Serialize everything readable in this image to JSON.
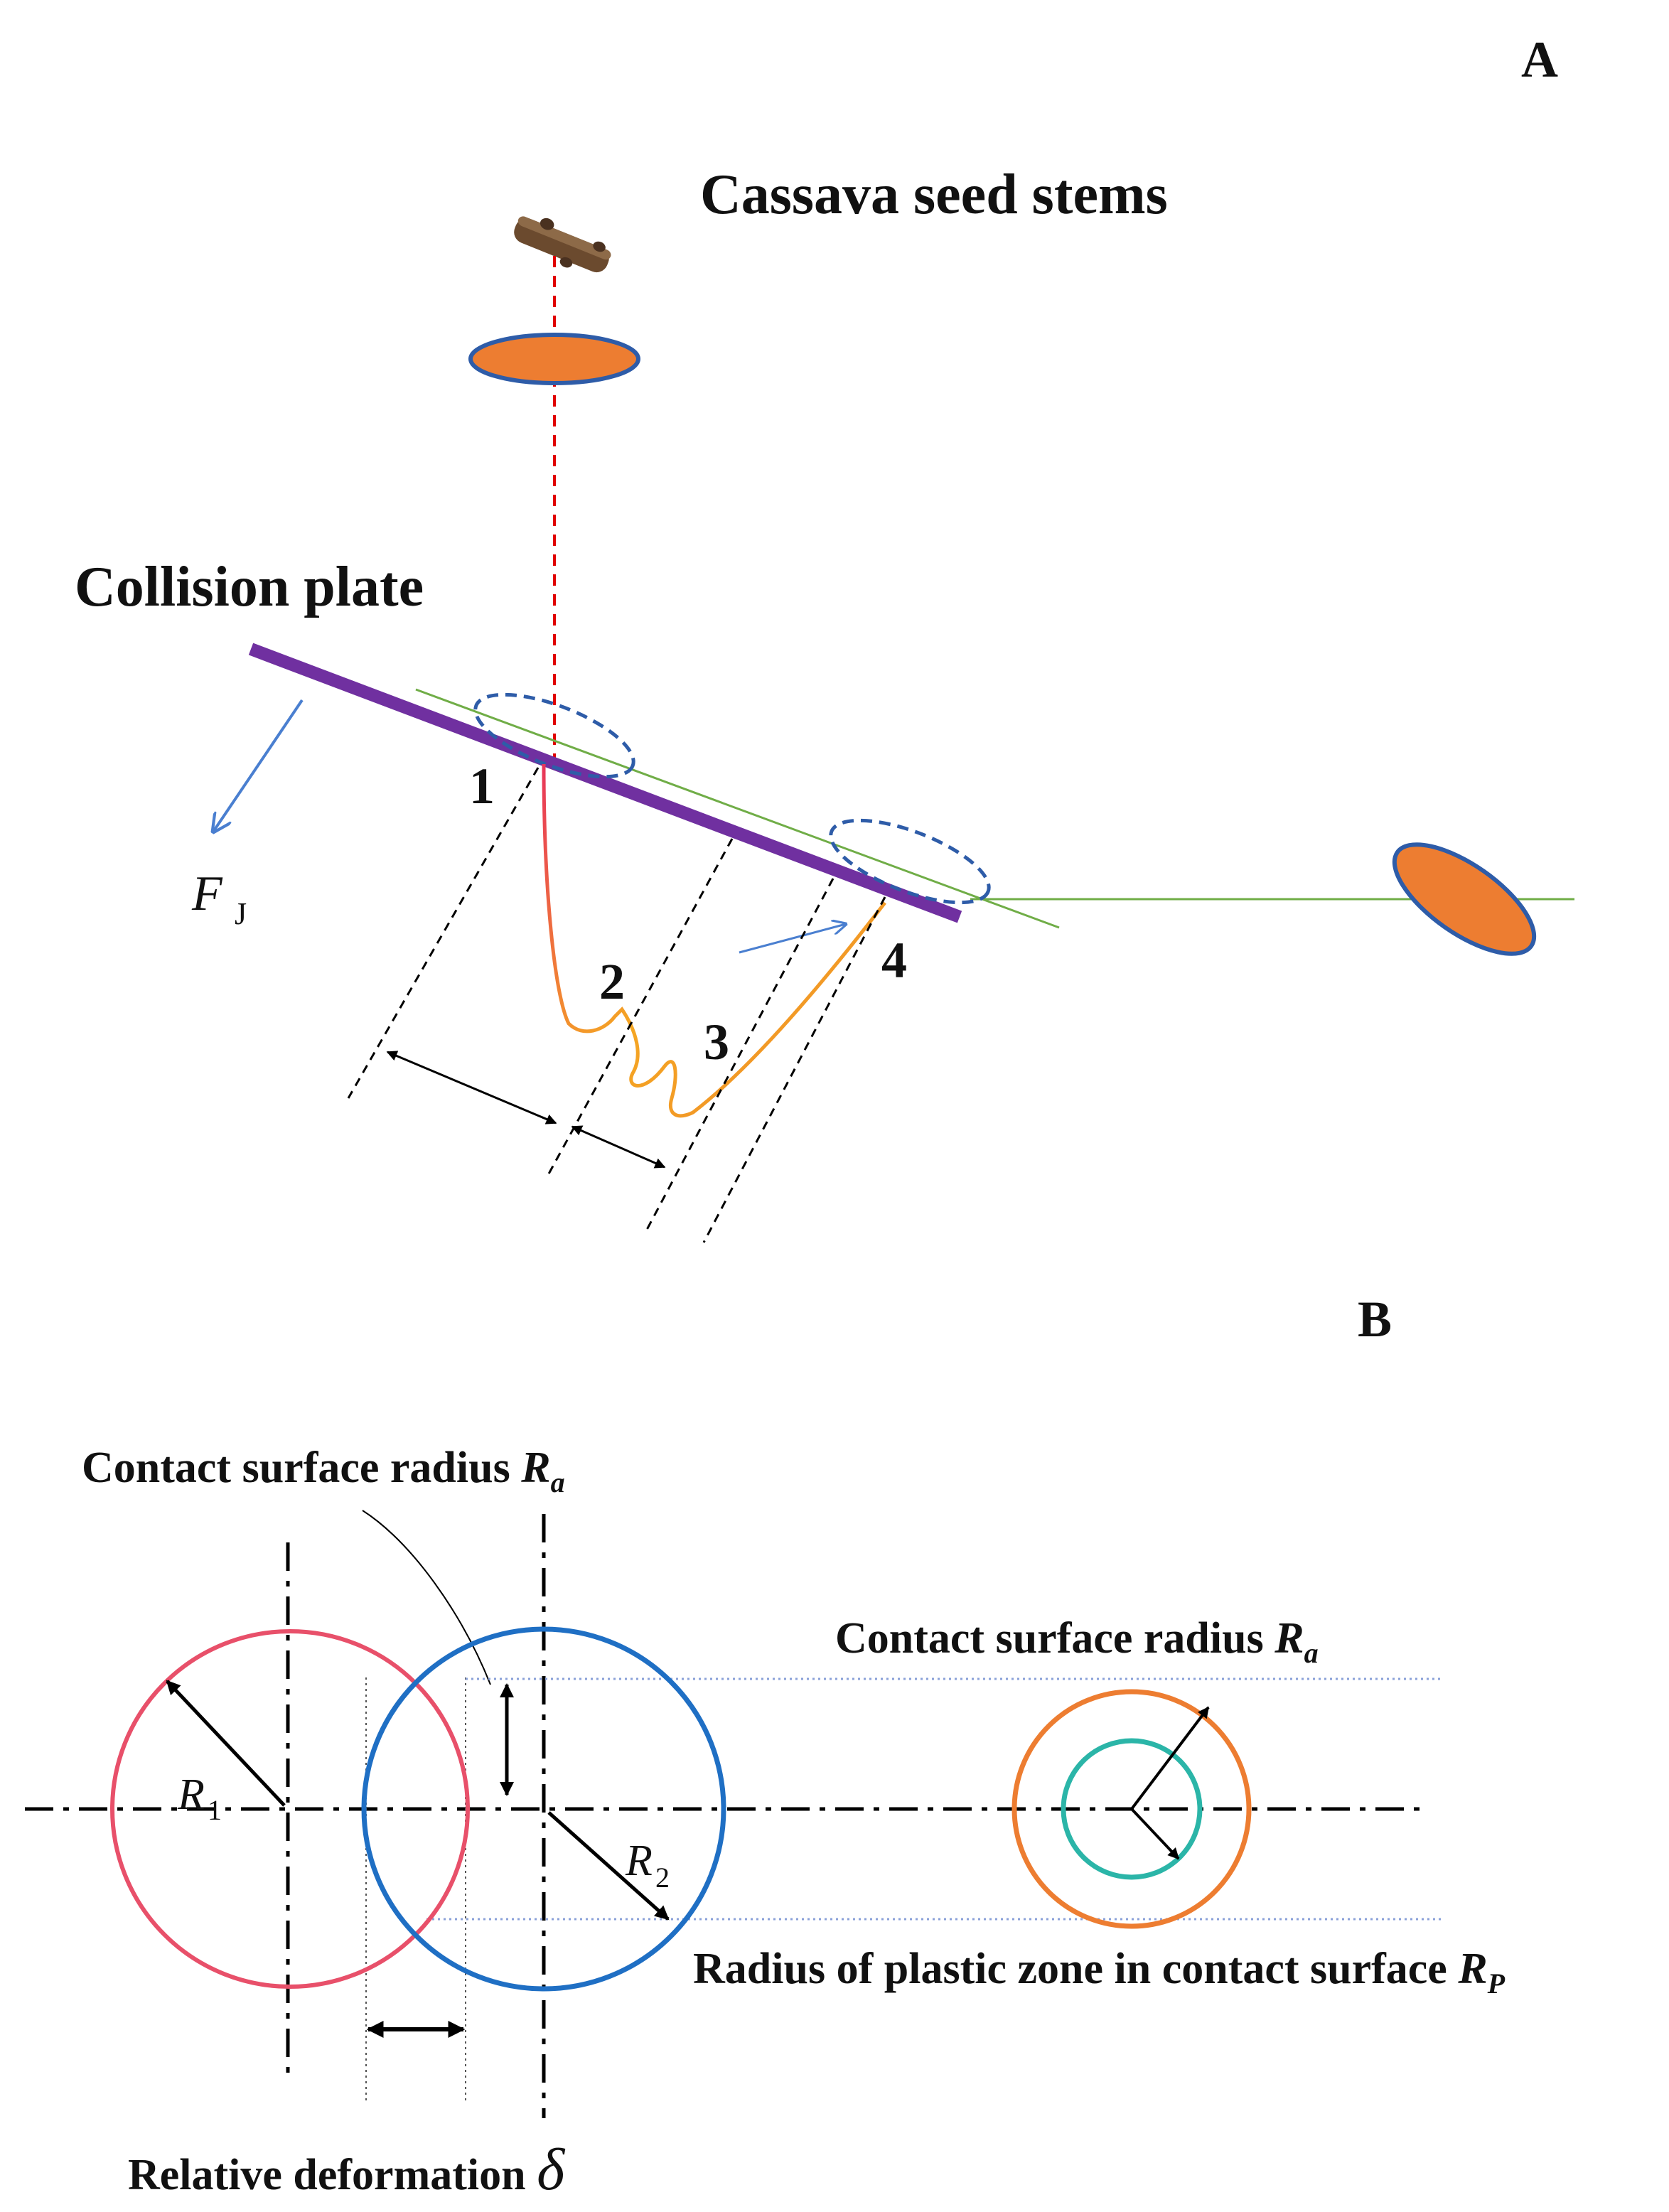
{
  "panel_a": {
    "panel_label": "A",
    "seed_stems_label": "Cassava seed stems",
    "plate_label": "Collision plate",
    "force_label": "F",
    "force_sub": "J",
    "points": [
      "1",
      "2",
      "3",
      "4"
    ]
  },
  "panel_b": {
    "panel_label": "B",
    "contact_radius_label": "Contact surface radius ",
    "contact_radius_symbol": "R",
    "contact_radius_sub": "a",
    "contact_radius_label_right": "Contact surface radius ",
    "contact_radius_symbol_right": "R",
    "contact_radius_sub_right": "a",
    "plastic_zone_label": "Radius of plastic zone in contact surface ",
    "plastic_zone_symbol": "R",
    "plastic_zone_sub": "P",
    "r1_symbol": "R",
    "r1_sub": "1",
    "r2_symbol": "R",
    "r2_sub": "2",
    "deformation_label": "Relative deformation ",
    "deformation_symbol": "δ"
  },
  "colors": {
    "plate": "#7030a0",
    "stem_ellipse": "#ed7d31",
    "ellipse_outline": "#2e5ca8",
    "trajectory_green": "#70ad47",
    "force_arrow": "#4a7fd0",
    "circle_red": "#e8506a",
    "circle_blue": "#1f6fc4",
    "circle_orange": "#ed7d31",
    "circle_teal": "#2bb5a8"
  }
}
